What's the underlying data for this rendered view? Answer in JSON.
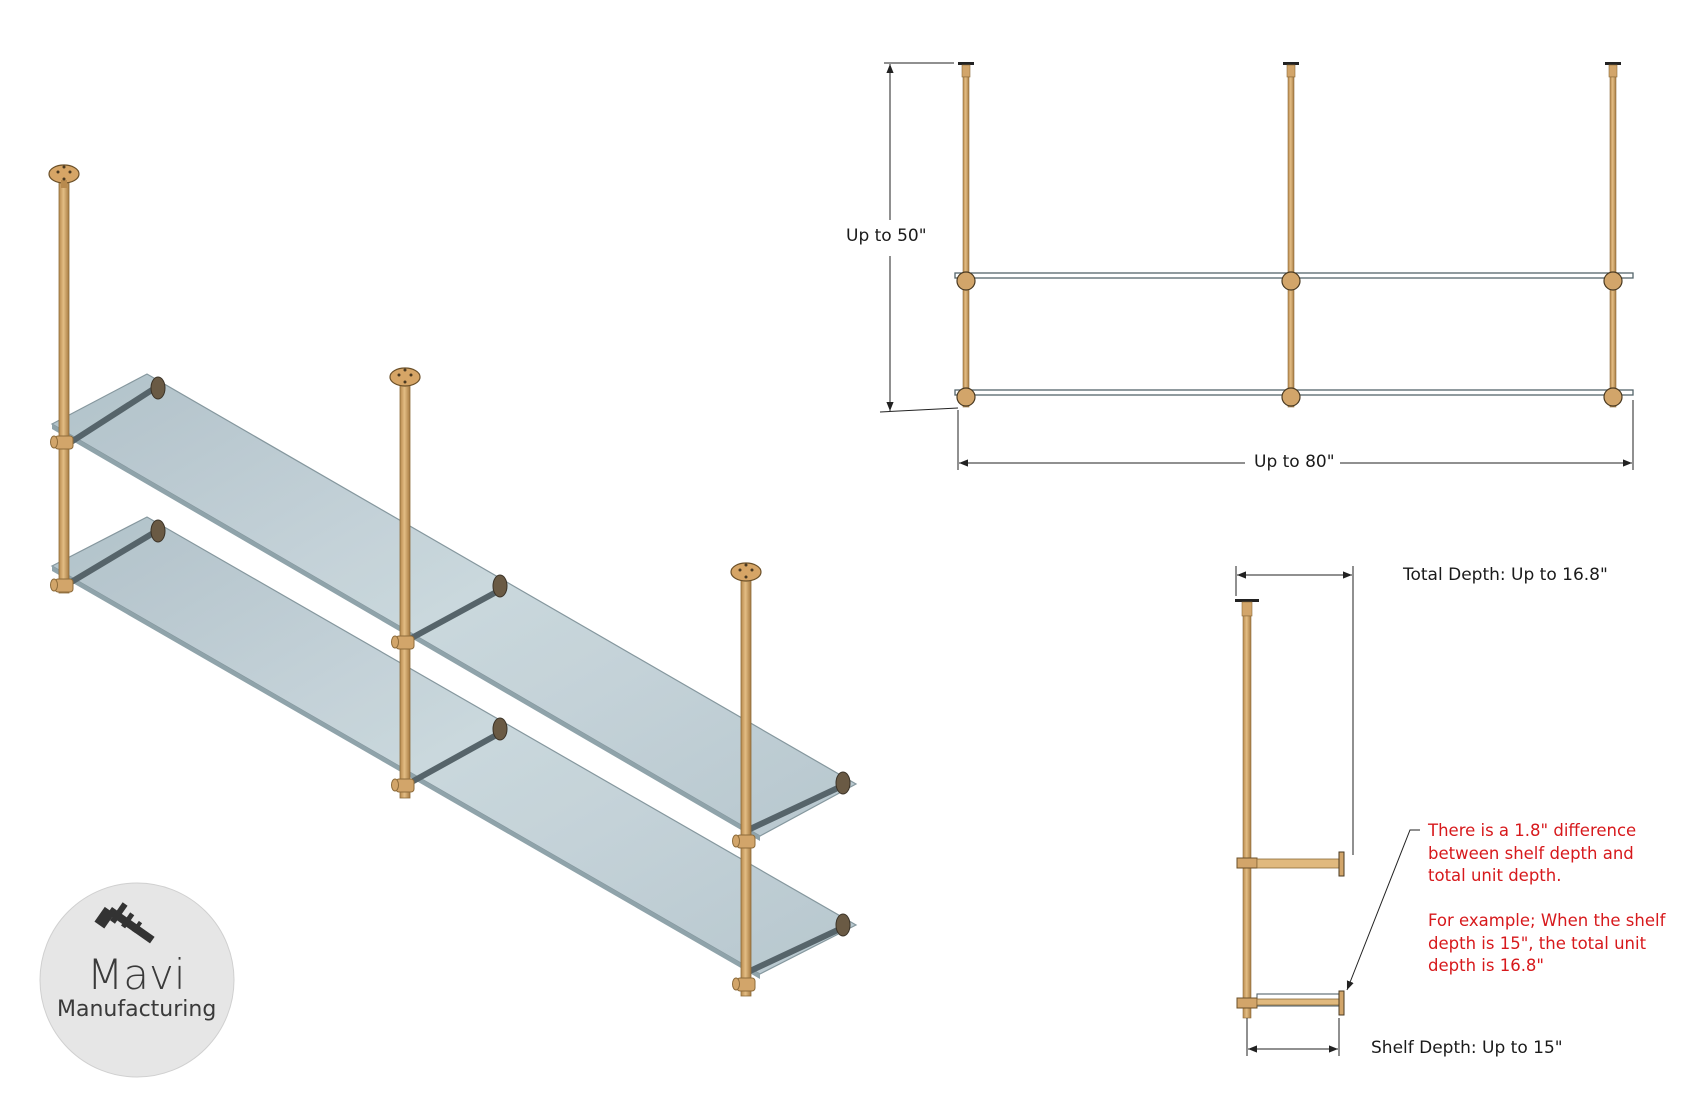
{
  "labels": {
    "height": "Up to 50\"",
    "width": "Up to 80\"",
    "total_depth": "Total Depth: Up to 16.8\"",
    "shelf_depth": "Shelf Depth: Up to 15\""
  },
  "note": {
    "text": "There is a 1.8\" difference\nbetween shelf depth and\ntotal unit depth.\n\nFor example; When the shelf\ndepth is 15\", the total unit\ndepth is 16.8\""
  },
  "logo": {
    "line1": "Mavi",
    "line2": "Manufacturing",
    "icon": "caliper-hammer-icon"
  },
  "colors": {
    "brass": "#d2a56a",
    "brass_dark": "#9a7640",
    "glass": "#b9c9d0",
    "glass_edge": "#7f9299",
    "note_red": "#d7191c",
    "logo_bg": "#e6e6e6"
  }
}
